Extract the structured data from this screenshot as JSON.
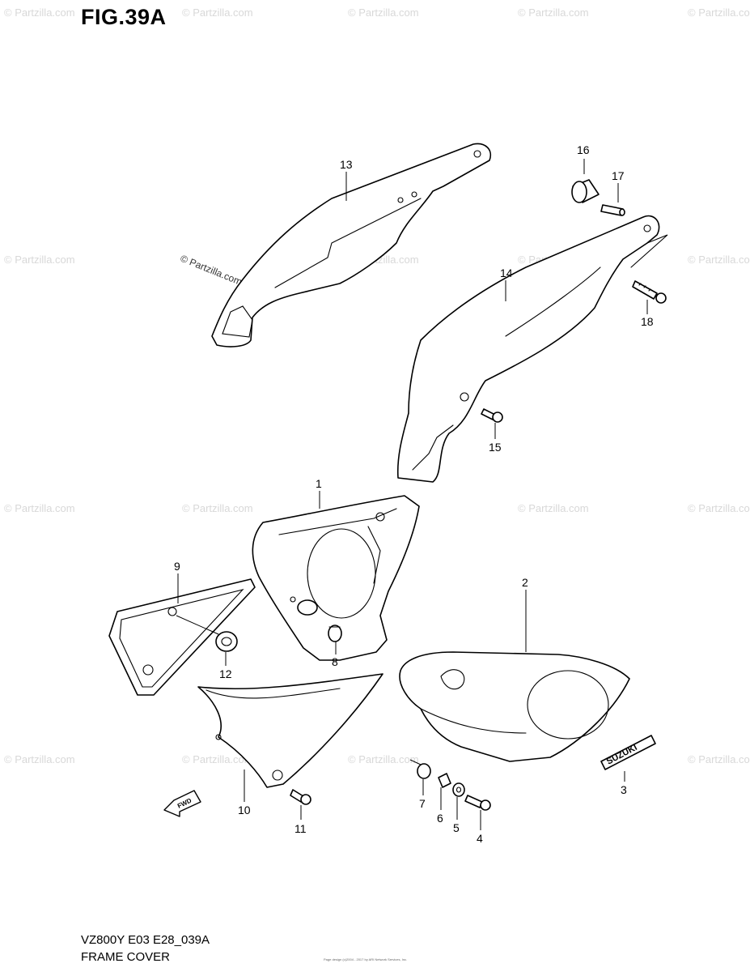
{
  "figure": {
    "title": "FIG.39A",
    "model_code": "VZ800Y E03 E28_039A",
    "section_name": "FRAME COVER",
    "credit": "Page design (c)2004 - 2017 by ARI Network Services, Inc."
  },
  "watermark": {
    "text": "© Partzilla.com"
  },
  "emblem_text": "SUZUKI",
  "direction_label": "FWD",
  "callouts": [
    {
      "id": "c1",
      "label": "1"
    },
    {
      "id": "c2",
      "label": "2"
    },
    {
      "id": "c3",
      "label": "3"
    },
    {
      "id": "c4",
      "label": "4"
    },
    {
      "id": "c5",
      "label": "5"
    },
    {
      "id": "c6",
      "label": "6"
    },
    {
      "id": "c7",
      "label": "7"
    },
    {
      "id": "c8",
      "label": "8"
    },
    {
      "id": "c9",
      "label": "9"
    },
    {
      "id": "c10",
      "label": "10"
    },
    {
      "id": "c11",
      "label": "11"
    },
    {
      "id": "c12",
      "label": "12"
    },
    {
      "id": "c13",
      "label": "13"
    },
    {
      "id": "c14",
      "label": "14"
    },
    {
      "id": "c15",
      "label": "15"
    },
    {
      "id": "c16",
      "label": "16"
    },
    {
      "id": "c17",
      "label": "17"
    },
    {
      "id": "c18",
      "label": "18"
    }
  ]
}
